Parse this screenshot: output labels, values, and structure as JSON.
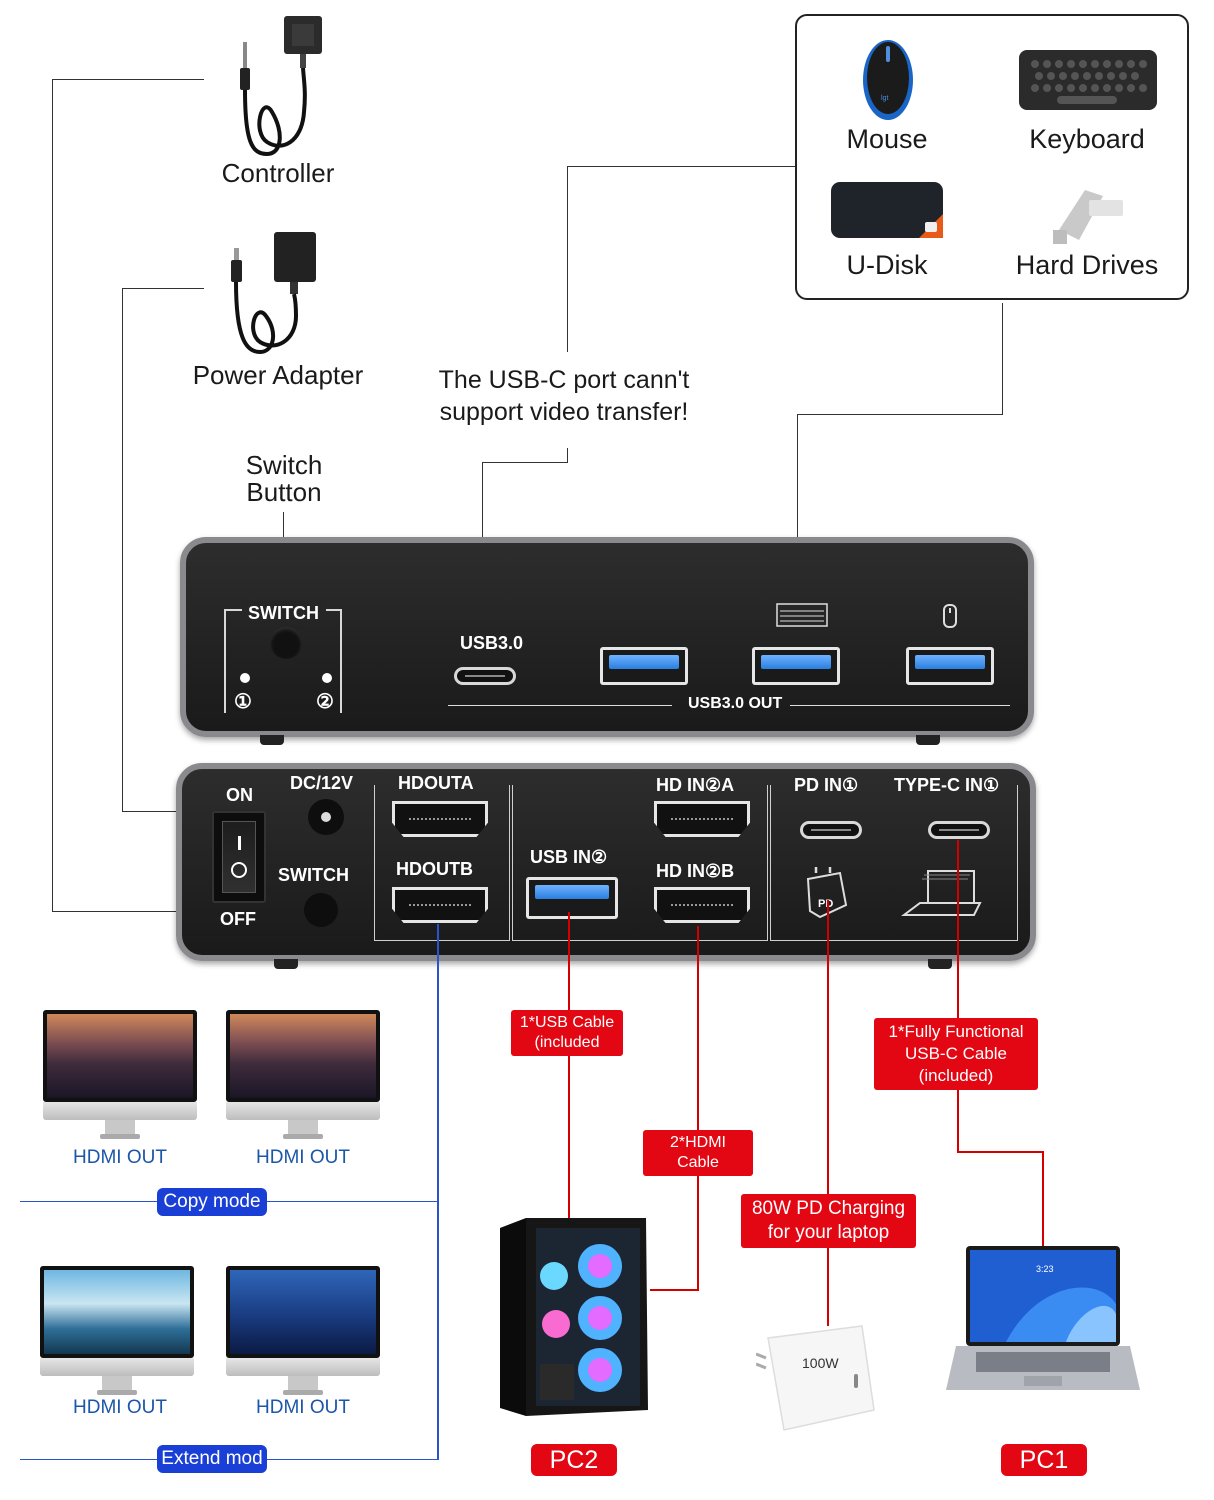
{
  "accessories": {
    "controller": "Controller",
    "power_adapter": "Power Adapter",
    "switch_button": [
      "Switch",
      "Button"
    ]
  },
  "peripherals": {
    "mouse": "Mouse",
    "keyboard": "Keyboard",
    "udisk": "U-Disk",
    "hard_drives": "Hard Drives"
  },
  "usbc_note": [
    "The USB-C port cann't",
    "support video transfer!"
  ],
  "front_panel": {
    "switch": "SWITCH",
    "port1": "①",
    "port2": "②",
    "usb3": "USB3.0",
    "usb3_out": "USB3.0 OUT"
  },
  "rear_panel": {
    "on": "ON",
    "off": "OFF",
    "dc": "DC/12V",
    "switch": "SWITCH",
    "hdouta": "HDOUTA",
    "hdoutb": "HDOUTB",
    "usb_in2": "USB IN②",
    "hd_in2a": "HD IN②A",
    "hd_in2b": "HD IN②B",
    "pd_in1": "PD IN①",
    "typec_in1": "TYPE-C IN①",
    "pd_icon": "PD"
  },
  "cables": {
    "usb_cable": [
      "1*USB Cable",
      "(included"
    ],
    "hdmi_cable": "2*HDMI Cable",
    "typec_cable": [
      "1*Fully Functional",
      "USB-C Cable",
      "(included)"
    ],
    "pd_charging": [
      "80W PD Charging",
      "for your laptop"
    ]
  },
  "monitors": {
    "hdmi_out": "HDMI OUT",
    "copy_mode": "Copy mode",
    "extend_mode": "Extend mod"
  },
  "computers": {
    "pc2": "PC2",
    "pc1": "PC1",
    "charger_text": "100W",
    "laptop_time": "3:23"
  },
  "colors": {
    "accent_red": "#e30613",
    "accent_blue": "#1a3fd6",
    "hdmi_out_text": "#1b56a8"
  }
}
